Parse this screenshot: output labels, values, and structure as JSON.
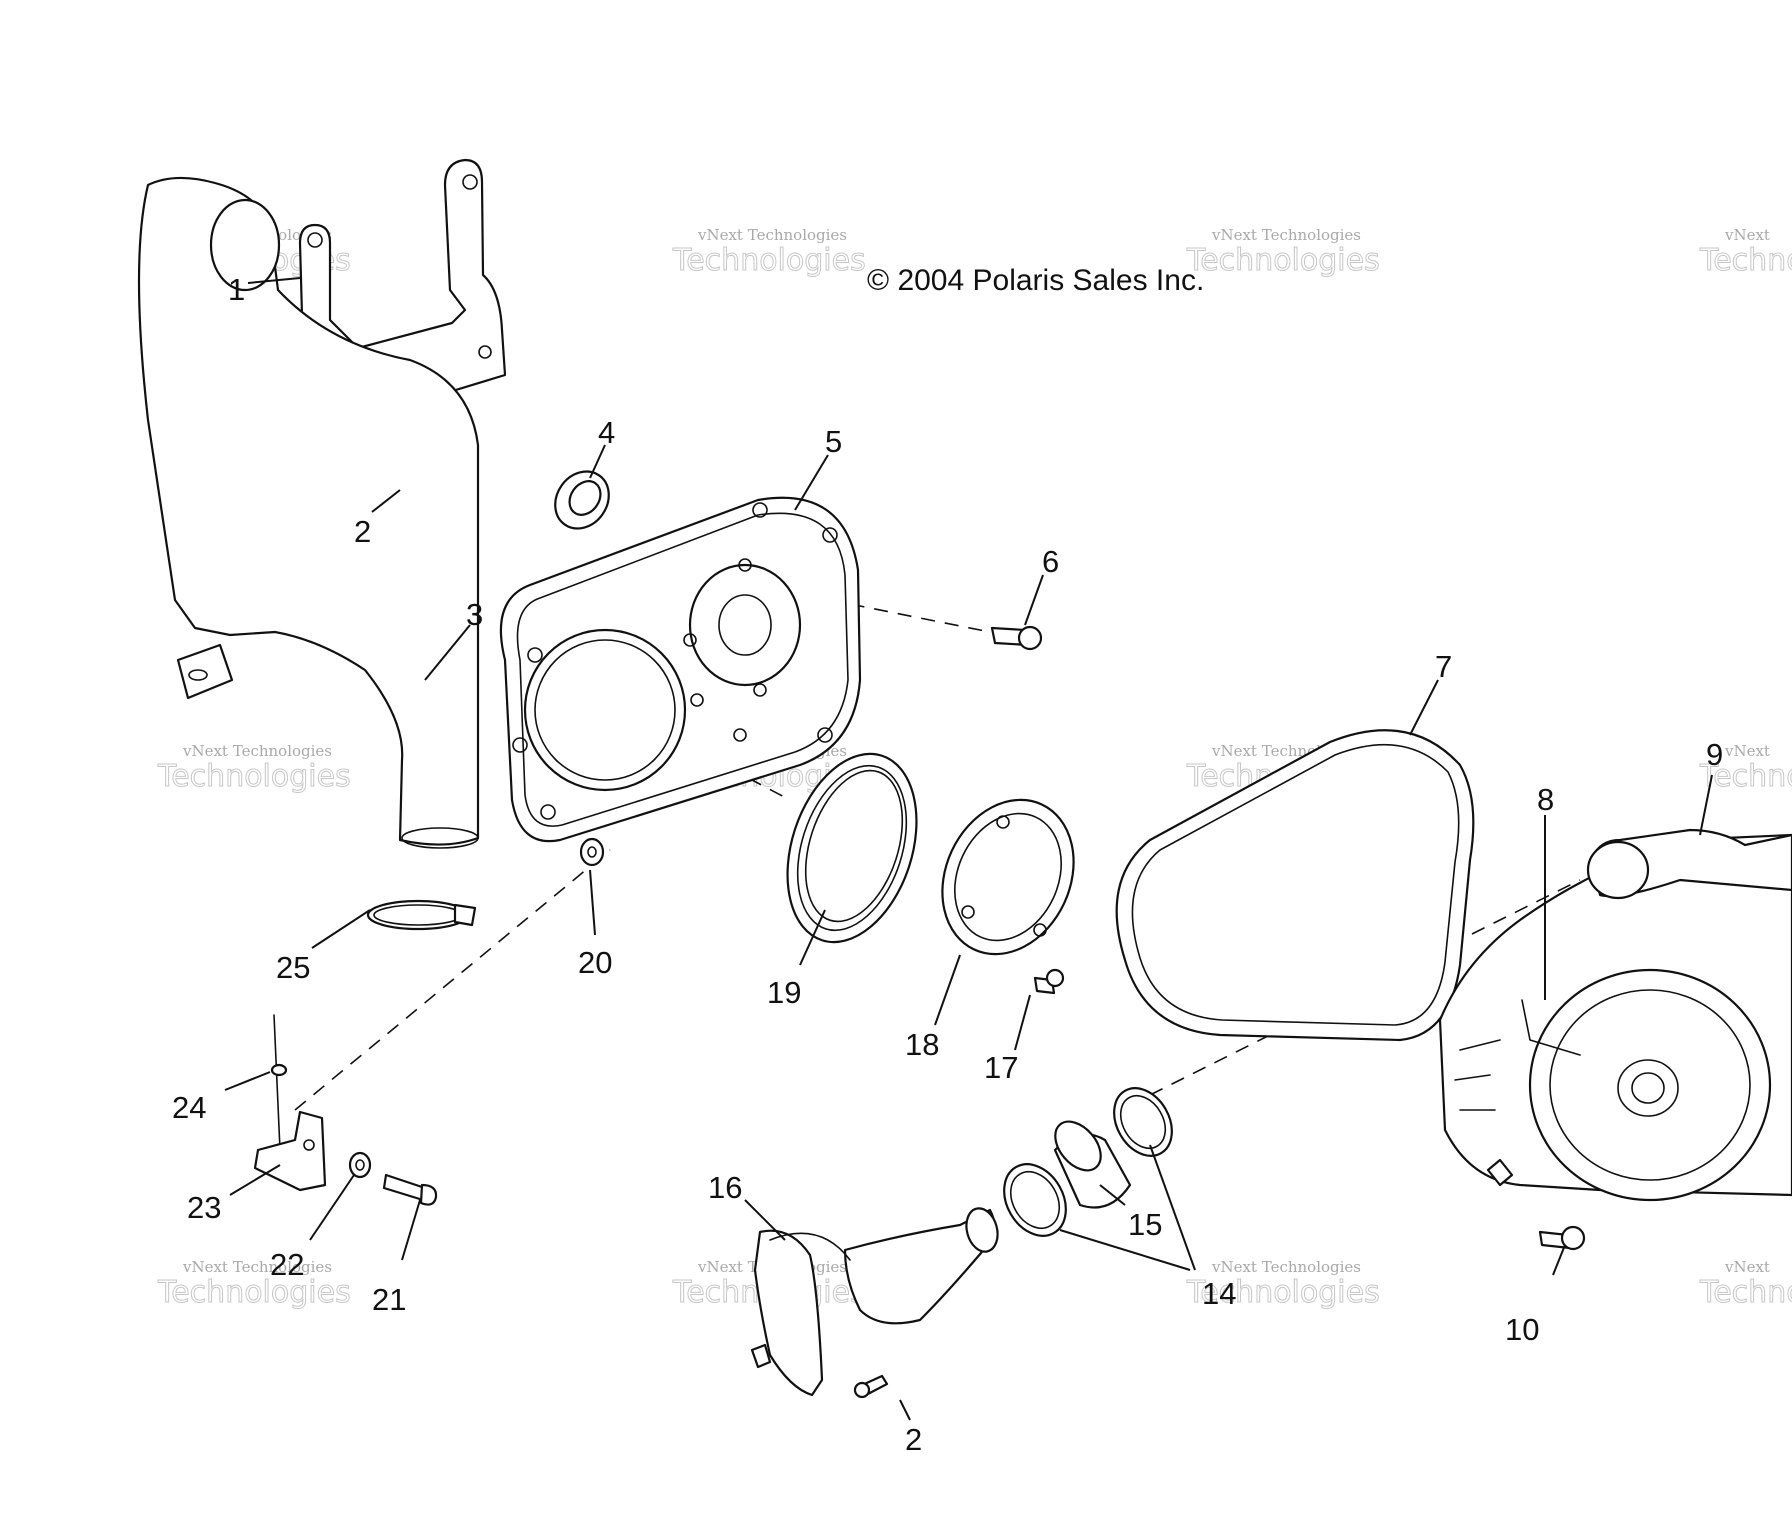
{
  "copyright": "© 2004 Polaris Sales Inc.",
  "watermark": {
    "line1": "vNext Technologies",
    "line2": "Technologies",
    "corner": "vNext"
  },
  "callouts": {
    "c1": "1",
    "c2a": "2",
    "c2b": "2",
    "c3": "3",
    "c4": "4",
    "c5": "5",
    "c6": "6",
    "c7": "7",
    "c8": "8",
    "c9": "9",
    "c10": "10",
    "c14": "14",
    "c15": "15",
    "c16": "16",
    "c17": "17",
    "c18": "18",
    "c19": "19",
    "c20": "20",
    "c21": "21",
    "c22": "22",
    "c23": "23",
    "c24": "24",
    "c25": "25"
  },
  "colors": {
    "ink": "#111111",
    "watermark": "#9a9a9a",
    "background": "#ffffff"
  }
}
